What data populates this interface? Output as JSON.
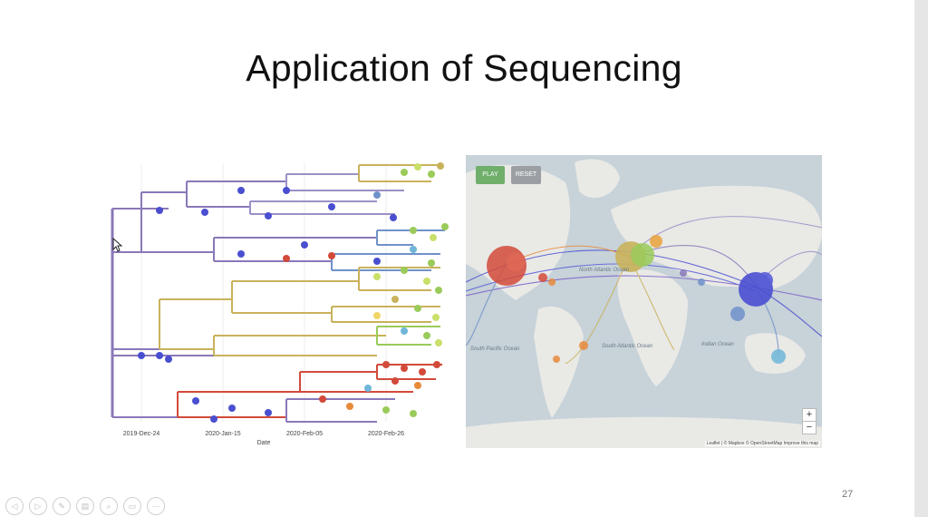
{
  "slide": {
    "title": "Application of Sequencing",
    "page_number": "27"
  },
  "tree": {
    "x_ticks": [
      "2019-Dec-24",
      "2020-Jan-15",
      "2020-Feb-05",
      "2020-Feb-26"
    ],
    "x_label": "Date"
  },
  "map": {
    "play_label": "PLAY",
    "reset_label": "RESET",
    "zoom_in": "+",
    "zoom_out": "−",
    "attribution": "Leaflet | © Mapbox © OpenStreetMap Improve this map",
    "labels": {
      "north_atlantic": "North Atlantic Ocean",
      "south_pacific": "South Pacific Ocean",
      "south_atlantic": "South Atlantic Ocean",
      "indian": "Indian Ocean"
    }
  },
  "colors": {
    "clade_purple": "#8a78b8",
    "clade_gold": "#c9b25c",
    "clade_blue": "#6f92c9",
    "clade_red": "#d24a3a",
    "dot_green": "#9acb5a",
    "dot_blue": "#4a4fd0",
    "map_water": "#c7d2d9",
    "map_land": "#e9e9e6"
  },
  "controls": [
    {
      "icon": "prev-icon",
      "glyph": "◁"
    },
    {
      "icon": "next-icon",
      "glyph": "▷"
    },
    {
      "icon": "pen-icon",
      "glyph": "✎"
    },
    {
      "icon": "slides-icon",
      "glyph": "▤"
    },
    {
      "icon": "zoom-icon",
      "glyph": "⌕"
    },
    {
      "icon": "subtitles-icon",
      "glyph": "▭"
    },
    {
      "icon": "more-icon",
      "glyph": "⋯"
    }
  ]
}
